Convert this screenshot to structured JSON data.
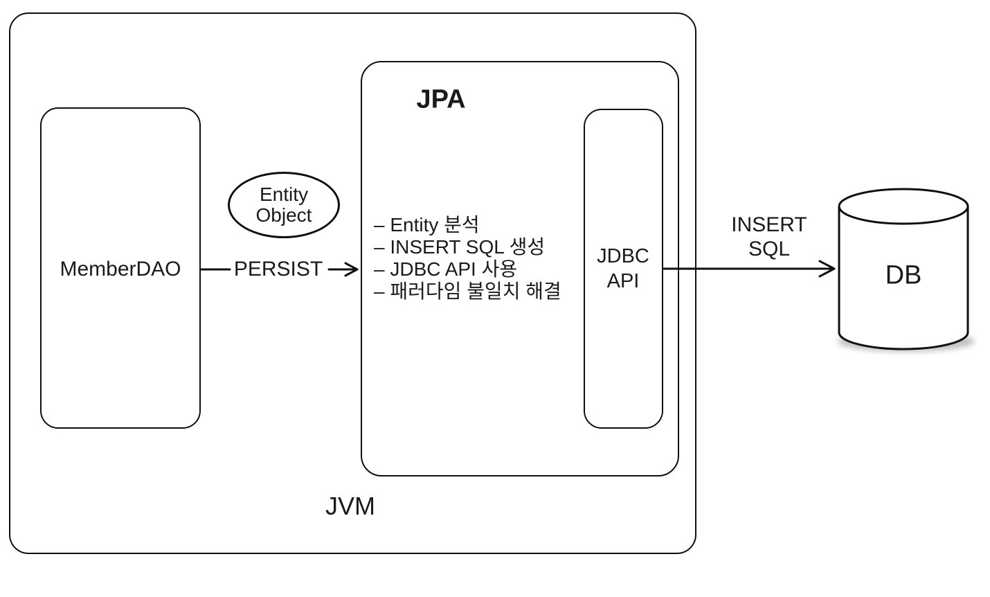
{
  "jvm": {
    "label": "JVM"
  },
  "member_dao": {
    "label": "MemberDAO"
  },
  "entity_object": {
    "line1": "Entity",
    "line2": "Object"
  },
  "persist": {
    "label": "PERSIST"
  },
  "jpa": {
    "title": "JPA",
    "bullets": [
      "– Entity 분석",
      "– INSERT SQL 생성",
      "– JDBC API 사용",
      "– 패러다임 불일치 해결"
    ],
    "jdbc_api": {
      "line1": "JDBC",
      "line2": "API"
    }
  },
  "insert_sql": {
    "line1": "INSERT",
    "line2": "SQL"
  },
  "db": {
    "label": "DB"
  },
  "colors": {
    "stroke": "#0f0f0f",
    "text": "#1a1a1a",
    "background": "#ffffff"
  }
}
